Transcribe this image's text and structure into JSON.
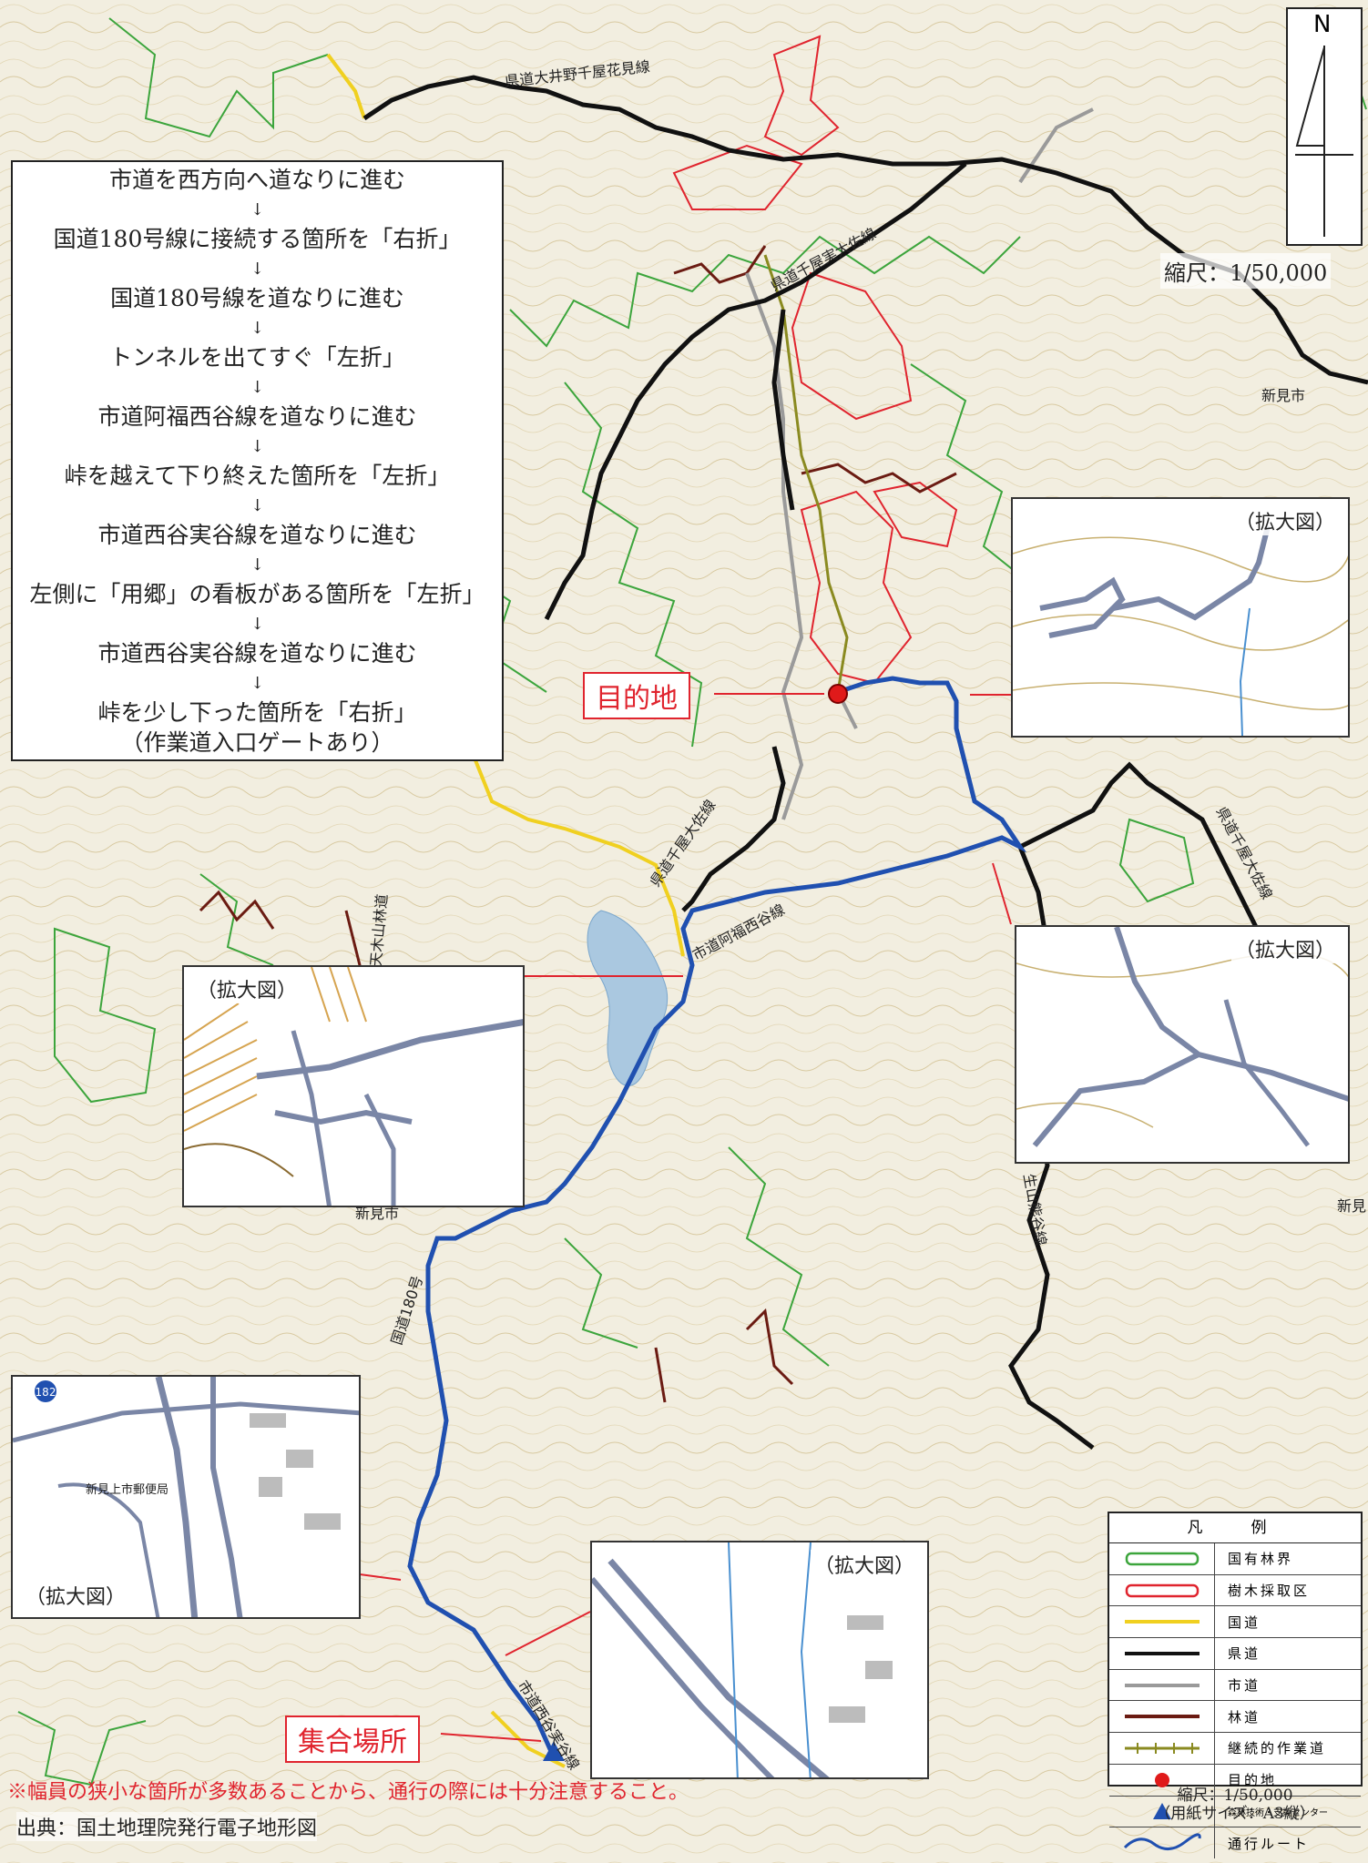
{
  "directions": [
    "市道を西方向へ道なりに進む",
    "国道180号線に接続する箇所を「右折」",
    "国道180号線を道なりに進む",
    "トンネルを出てすぐ「左折」",
    "市道阿福西谷線を道なりに進む",
    "峠を越えて下り終えた箇所を「左折」",
    "市道西谷実谷線を道なりに進む",
    "左側に「用郷」の看板がある箇所を「左折」",
    "市道西谷実谷線を道なりに進む",
    "峠を少し下った箇所を「右折」"
  ],
  "directions_arrow": "↓",
  "directions_note": "（作業道入口ゲートあり）",
  "north_label": "N",
  "scale_label": "縮尺：1/50,000",
  "destination_label": "目的地",
  "meeting_label": "集合場所",
  "zoom_label": "（拡大図）",
  "road_labels": {
    "prefectural_1": "県道大井野千屋花見線",
    "prefectural_2": "県道千屋実大佐線",
    "prefectural_3": "県道千屋大佐線",
    "prefectural_4": "県道千屋大佐線",
    "city_1": "市道阿福西谷線",
    "national": "国道180号",
    "forest": "天木山林道",
    "ikumo": "生山熊谷線",
    "city_2": "市道西谷実谷線"
  },
  "place_labels": {
    "niimi_1": "新見市",
    "niimi_2": "新見市",
    "niimi_3": "新見",
    "postoffice": "新見上市郵便局",
    "route_badge": "182"
  },
  "legend": {
    "title": "凡　例",
    "items": [
      {
        "label": "国有林界",
        "color": "#3ca53c"
      },
      {
        "label": "樹木採取区",
        "color": "#e0242e"
      },
      {
        "label": "国道",
        "color": "#f0d020"
      },
      {
        "label": "県道",
        "color": "#111111"
      },
      {
        "label": "市道",
        "color": "#9a9a9a"
      },
      {
        "label": "林道",
        "color": "#6b1b12"
      },
      {
        "label": "継続的作業道",
        "color": "#8a8a20"
      },
      {
        "label": "目的地",
        "color": "#e01a1a"
      },
      {
        "label": "森林技術・支援センター",
        "color": "#2050b0"
      },
      {
        "label": "通行ルート",
        "color": "#2050b0"
      }
    ]
  },
  "scale_bottom_1": "縮尺：1/50,000",
  "scale_bottom_2": "（用紙サイズ：A3縦）",
  "note": "※幅員の狭小な箇所が多数あることから、通行の際には十分注意すること。",
  "source": "出典：国土地理院発行電子地形図",
  "colors": {
    "route": "#2050b0",
    "prefectural": "#111111",
    "national": "#f0d020",
    "city": "#9a9a9a",
    "forest_road": "#6b1b12",
    "national_forest": "#3ca53c",
    "harvest": "#e0242e",
    "terrain": "#f2eee0",
    "lake": "#aac8e0"
  }
}
